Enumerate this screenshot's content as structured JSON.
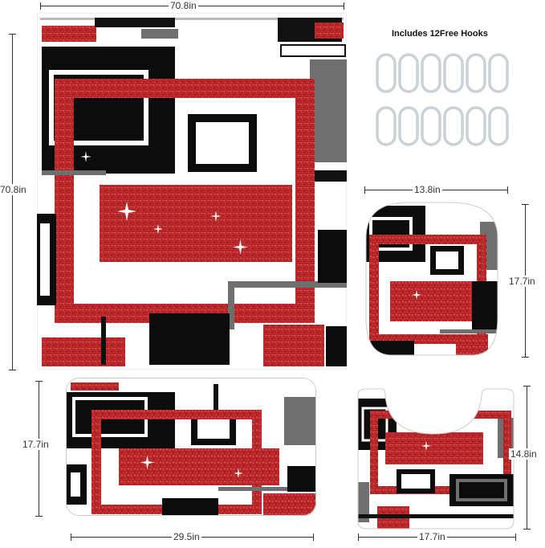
{
  "hooks": {
    "title": "Includes 12Free Hooks",
    "count": 12
  },
  "dimensions": {
    "curtain_width": "70.8in",
    "curtain_height": "70.8in",
    "lid_width": "13.8in",
    "lid_height": "17.7in",
    "bathmat_height": "17.7in",
    "bathmat_width": "29.5in",
    "contour_height": "14.8in",
    "contour_width": "17.7in"
  },
  "colors": {
    "red_glitter": "#c0302a",
    "black": "#0c0c0c",
    "gray": "#6f6f6f",
    "white": "#ffffff"
  }
}
